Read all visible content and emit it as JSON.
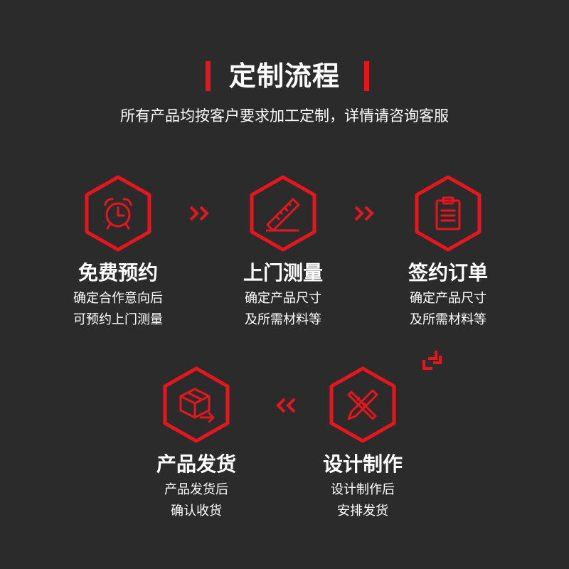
{
  "header": {
    "title": "定制流程",
    "subtitle": "所有产品均按客户要求加工定制，详情请咨询客服"
  },
  "steps": [
    {
      "title": "免费预约",
      "lines": [
        "确定合作意向后",
        "可预约上门测量"
      ],
      "icon": "alarm-clock-icon"
    },
    {
      "title": "上门测量",
      "lines": [
        "确定产品尺寸",
        "及所需材料等"
      ],
      "icon": "ruler-icon"
    },
    {
      "title": "签约订单",
      "lines": [
        "确定产品尺寸",
        "及所需材料等"
      ],
      "icon": "clipboard-icon"
    },
    {
      "title": "设计制作",
      "lines": [
        "设计制作后",
        "安排发货"
      ],
      "icon": "pencil-ruler-icon"
    },
    {
      "title": "产品发货",
      "lines": [
        "产品发货后",
        "确认收货"
      ],
      "icon": "package-icon"
    }
  ],
  "colors": {
    "accent": "#e8161c",
    "background": "#2b2b2b",
    "text": "#ffffff"
  }
}
